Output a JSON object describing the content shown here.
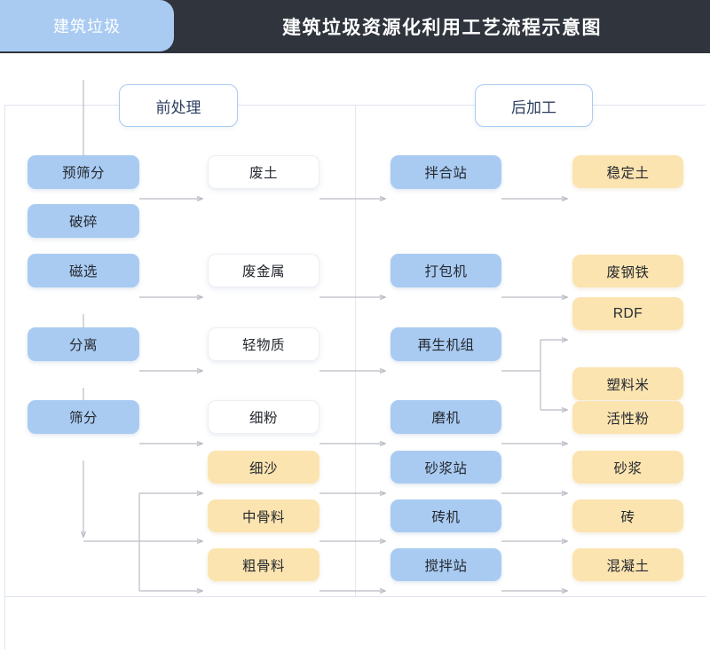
{
  "header": {
    "tab_label": "建筑垃圾",
    "title": "建筑垃圾资源化利用工艺流程示意图",
    "tab_color": "#a9cbf2",
    "bar_color": "#2f343d",
    "title_color": "#ffffff"
  },
  "sections": {
    "pre": "前处理",
    "post": "后加工"
  },
  "palette": {
    "blue": "#a9cbf2",
    "yellow": "#fce4b0",
    "white": "#ffffff",
    "wire": "#b9bcc4",
    "frame": "#dfe3ef",
    "text": "#25292f"
  },
  "nodes": {
    "process": [
      {
        "id": "pre-screen",
        "label": "预筛分",
        "type": "blue"
      },
      {
        "id": "crush",
        "label": "破碎",
        "type": "blue"
      },
      {
        "id": "magnetic",
        "label": "磁选",
        "type": "blue"
      },
      {
        "id": "separate",
        "label": "分离",
        "type": "blue"
      },
      {
        "id": "screen",
        "label": "筛分",
        "type": "blue"
      }
    ],
    "intermediate": [
      {
        "id": "waste-soil",
        "label": "废土",
        "type": "white"
      },
      {
        "id": "waste-metal",
        "label": "废金属",
        "type": "white"
      },
      {
        "id": "light-matter",
        "label": "轻物质",
        "type": "white"
      },
      {
        "id": "fine-powder",
        "label": "细粉",
        "type": "white"
      },
      {
        "id": "fine-sand",
        "label": "细沙",
        "type": "yellow"
      },
      {
        "id": "mid-agg",
        "label": "中骨料",
        "type": "yellow"
      },
      {
        "id": "coarse-agg",
        "label": "粗骨料",
        "type": "yellow"
      }
    ],
    "equipment": [
      {
        "id": "mixing-station",
        "label": "拌合站",
        "type": "blue"
      },
      {
        "id": "baler",
        "label": "打包机",
        "type": "blue"
      },
      {
        "id": "recycle-unit",
        "label": "再生机组",
        "type": "blue"
      },
      {
        "id": "mill",
        "label": "磨机",
        "type": "blue"
      },
      {
        "id": "mortar-station",
        "label": "砂浆站",
        "type": "blue"
      },
      {
        "id": "brick-machine",
        "label": "砖机",
        "type": "blue"
      },
      {
        "id": "concrete-plant",
        "label": "搅拌站",
        "type": "blue"
      }
    ],
    "product": [
      {
        "id": "stabilized-soil",
        "label": "稳定土",
        "type": "yellow"
      },
      {
        "id": "scrap-steel",
        "label": "废钢铁",
        "type": "yellow"
      },
      {
        "id": "rdf",
        "label": "RDF",
        "type": "yellow"
      },
      {
        "id": "plastic-pellet",
        "label": "塑料米",
        "type": "yellow"
      },
      {
        "id": "active-powder",
        "label": "活性粉",
        "type": "yellow"
      },
      {
        "id": "mortar",
        "label": "砂浆",
        "type": "yellow"
      },
      {
        "id": "brick",
        "label": "砖",
        "type": "yellow"
      },
      {
        "id": "concrete",
        "label": "混凝土",
        "type": "yellow"
      }
    ]
  }
}
